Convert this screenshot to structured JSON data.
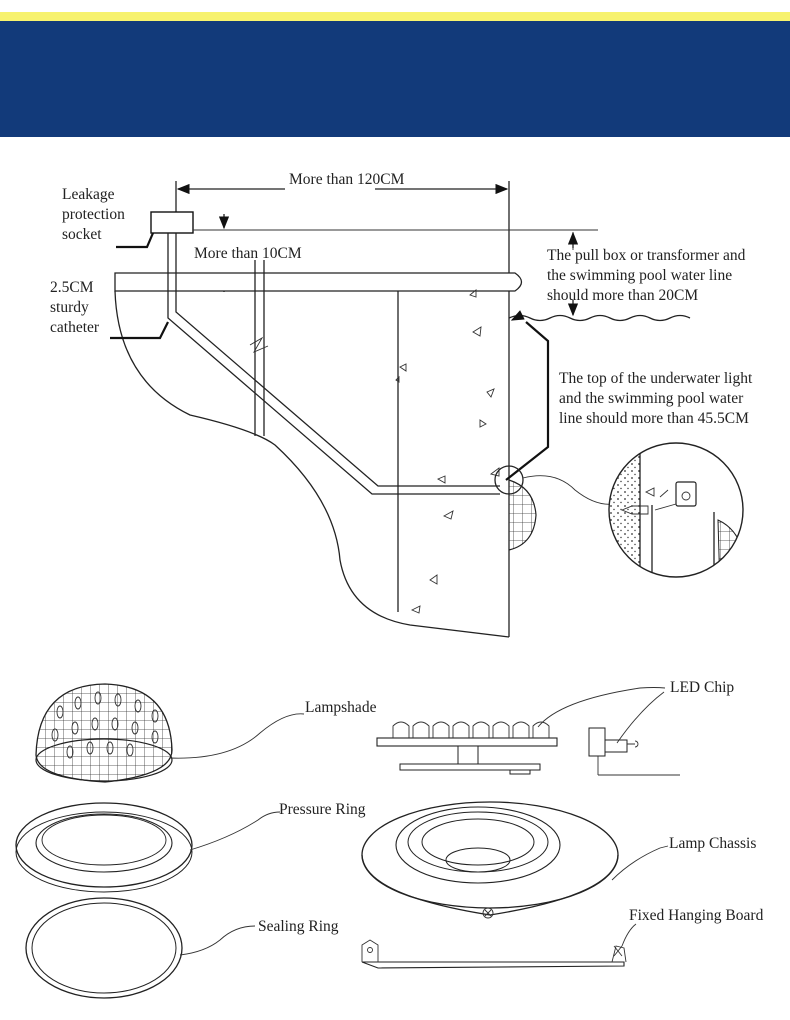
{
  "header": {
    "band_colors": {
      "yellow": "#f7f26e",
      "blue": "#123a7a"
    }
  },
  "installation": {
    "width_label": "More than 120CM",
    "height_label": "More than 10CM",
    "socket_label": [
      "Leakage",
      "protection",
      "socket"
    ],
    "catheter_label": [
      "2.5CM",
      "sturdy",
      "catheter"
    ],
    "pullbox_note": [
      "The pull box or transformer and",
      "the swimming pool water line",
      "should more than 20CM"
    ],
    "light_note": [
      "The top of the underwater light",
      "and the swimming pool water",
      "line should more than 45.5CM"
    ]
  },
  "parts": {
    "lampshade": "Lampshade",
    "led_chip": "LED Chip",
    "pressure_ring": "Pressure Ring",
    "lamp_chassis": "Lamp Chassis",
    "sealing_ring": "Sealing Ring",
    "hanging_board": "Fixed Hanging Board"
  }
}
